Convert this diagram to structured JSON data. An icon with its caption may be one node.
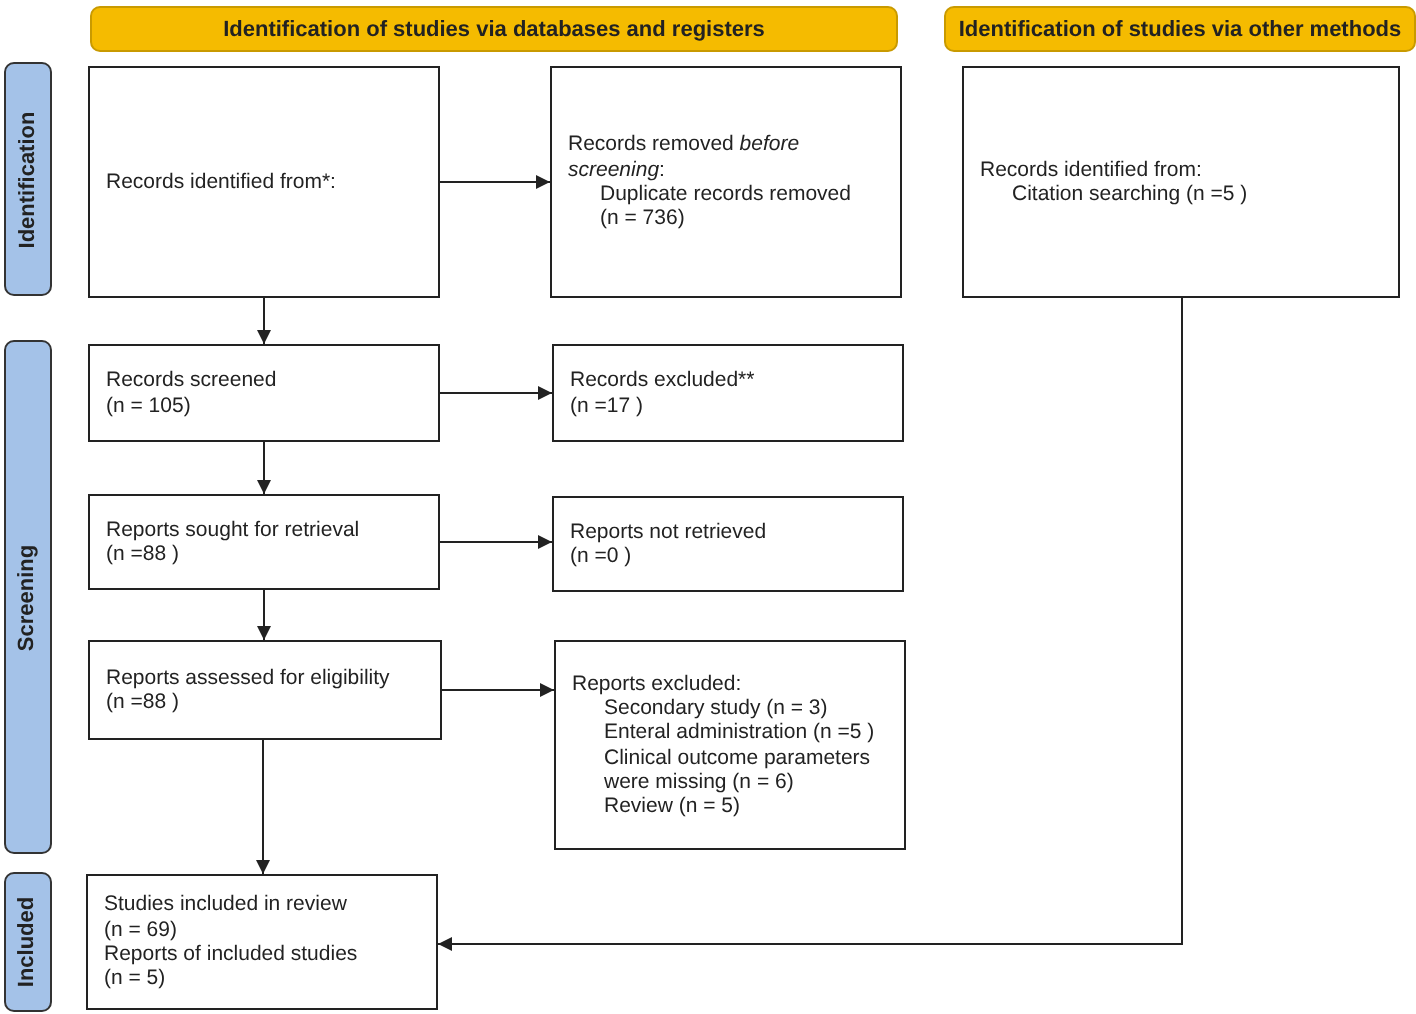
{
  "diagram": {
    "nodes": [
      {
        "text": [
          "Identification of studies via databases and registers"
        ]
      },
      {
        "text": [
          "Identification of studies via other methods"
        ]
      },
      {
        "text": [
          "Identification"
        ]
      },
      {
        "text": [
          "Screening"
        ]
      },
      {
        "text": [
          "Included"
        ]
      },
      {
        "text": [
          "Records identified from*:"
        ]
      },
      {
        "text": [
          "Records removed *before screening*:",
          "Duplicate records removed",
          "(n = 736)"
        ]
      },
      {
        "text": [
          "Records identified from:",
          "Citation searching (n =5 )"
        ]
      },
      {
        "text": [
          "Records screened",
          "(n = 105)"
        ]
      },
      {
        "text": [
          "Records excluded**",
          "(n =17 )"
        ]
      },
      {
        "text": [
          "Reports sought for retrieval",
          "(n =88 )"
        ]
      },
      {
        "text": [
          "Reports not retrieved",
          "(n =0 )"
        ]
      },
      {
        "text": [
          "Reports assessed for eligibility",
          "(n =88 )"
        ]
      },
      {
        "text": [
          "Reports excluded:",
          "Secondary study  (n = 3)",
          "Enteral administration (n =5 )",
          "Clinical outcome parameters were missing (n = 6)",
          "Review (n = 5)"
        ]
      },
      {
        "text": [
          "Studies included in review",
          "(n = 69)",
          "Reports of included studies",
          "(n = 5)"
        ]
      }
    ],
    "edges": [
      {
        "from": 5,
        "to": 6,
        "arrow": "to"
      },
      {
        "from": 5,
        "to": 8,
        "arrow": "to"
      },
      {
        "from": 8,
        "to": 9,
        "arrow": "to"
      },
      {
        "from": 8,
        "to": 10,
        "arrow": "to"
      },
      {
        "from": 10,
        "to": 11,
        "arrow": "to"
      },
      {
        "from": 10,
        "to": 12,
        "arrow": "to"
      },
      {
        "from": 12,
        "to": 13,
        "arrow": "to"
      },
      {
        "from": 12,
        "to": 14,
        "arrow": "to"
      },
      {
        "from": 7,
        "to": 14,
        "arrow": "to"
      }
    ]
  }
}
